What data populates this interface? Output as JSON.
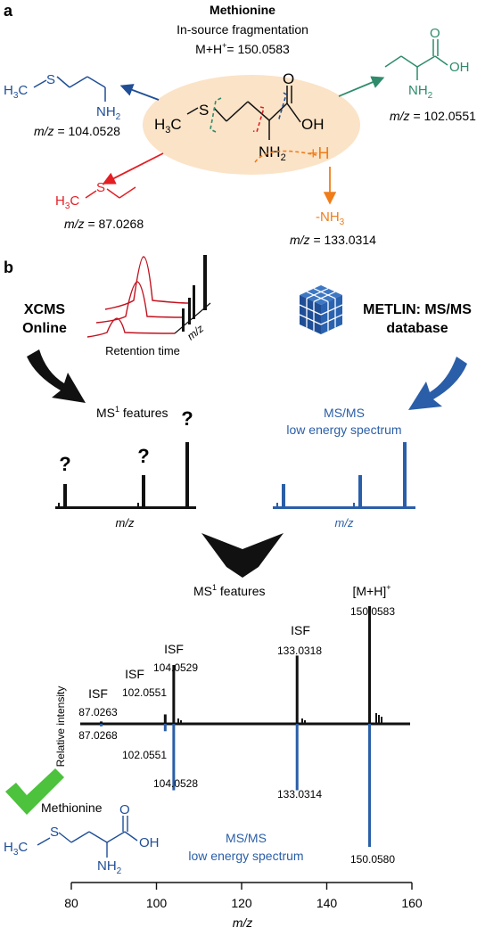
{
  "panel_a": {
    "label": "a",
    "molecule": "Methionine",
    "process": "In-source fragmentation",
    "mh_prefix": "M+H",
    "mh_sup": "+",
    "mh_value": "= 150.0583",
    "center_h3c": "H",
    "center_sub3": "3",
    "center_c": "C",
    "center_s": "S",
    "center_oh": "OH",
    "center_o": "O",
    "center_nh": "NH",
    "center_sub2": "2",
    "plus_h": "+H",
    "minus_nh": "-NH",
    "minus_sub3": "3",
    "frag_blue_mz": "m/z",
    "frag_blue_val": " = 104.0528",
    "frag_blue_h3c": "H",
    "frag_blue_s": "S",
    "frag_blue_nh": "NH",
    "frag_red_mz": "m/z",
    "frag_red_val": " = 87.0268",
    "frag_red_h3c": "H",
    "frag_red_s": "S",
    "frag_green_mz": "m/z",
    "frag_green_val": " = 102.0551",
    "frag_green_o": "O",
    "frag_green_oh": "OH",
    "frag_green_nh": "NH",
    "frag_orange_mz": "m/z",
    "frag_orange_val": " = 133.0314",
    "colors": {
      "blue": "#1f4e96",
      "red": "#e31e24",
      "green": "#2e8b6b",
      "orange": "#f07d19",
      "ellipse": "#fbe3c7"
    }
  },
  "panel_b": {
    "label": "b",
    "xcms_line1": "XCMS",
    "xcms_line2": "Online",
    "metlin_line1": "METLIN: MS/MS",
    "metlin_line2": "database",
    "retention_time": "Retention time",
    "mz_axis": "m/z",
    "ms1_prefix": "MS",
    "ms1_sup": "1",
    "ms1_suffix": " features",
    "qmark": "?",
    "msms_line1": "MS/MS",
    "msms_line2": "low energy spectrum",
    "mz_label_left": "m/z",
    "mz_label_right": "m/z",
    "ms1_features_bottom_prefix": "MS",
    "ms1_features_bottom_sup": "1",
    "ms1_features_bottom_suffix": " features",
    "ylabel": "Relative intensity",
    "isf": "ISF",
    "mh_label": "[M+H]",
    "mh_sup": "+",
    "top_peak_labels": [
      "87.0263",
      "102.0551",
      "104.0529",
      "133.0318",
      "150.0583"
    ],
    "bottom_peak_labels": [
      "87.0268",
      "102.0551",
      "104.0528",
      "133.0314",
      "150.0580"
    ],
    "result_name": "Methionine",
    "result_s": "S",
    "result_o": "O",
    "result_oh": "OH",
    "result_nh": "NH",
    "result_h3c": "H",
    "msms_bottom_line1": "MS/MS",
    "msms_bottom_line2": "low energy spectrum",
    "xaxis_title": "m/z"
  },
  "chart_data": {
    "type": "bar",
    "xlabel": "m/z",
    "ylabel": "Relative intensity",
    "xlim": [
      80,
      160
    ],
    "xticks": [
      80,
      100,
      120,
      140,
      160
    ],
    "series": [
      {
        "name": "MS1 features",
        "x": [
          87.0263,
          102.0551,
          104.0529,
          133.0318,
          150.0583
        ],
        "values": [
          0.02,
          0.08,
          0.5,
          0.58,
          1.0
        ]
      },
      {
        "name": "MS/MS low energy spectrum",
        "x": [
          87.0268,
          102.0551,
          104.0528,
          133.0314,
          150.058
        ],
        "values": [
          -0.02,
          -0.06,
          -0.54,
          -0.54,
          -1.0
        ]
      }
    ]
  }
}
